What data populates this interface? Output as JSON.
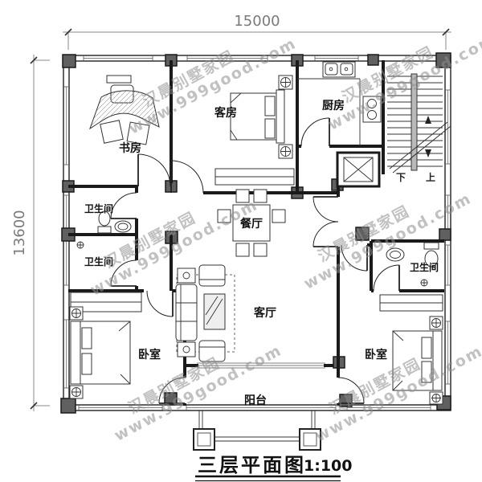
{
  "title": {
    "text": "三层平面图",
    "scale": "1:100"
  },
  "dimensions": {
    "width_mm": "15000",
    "height_mm": "13600"
  },
  "watermark": {
    "line1": "汉晨别墅家园",
    "line2": "www.999good.com"
  },
  "rooms": {
    "study": {
      "label": "书房"
    },
    "guest_room": {
      "label": "客房"
    },
    "kitchen": {
      "label": "厨房"
    },
    "bathroom_upper_left": {
      "label": "卫生间"
    },
    "bathroom_lower_left": {
      "label": "卫生间"
    },
    "bathroom_right": {
      "label": "卫生间"
    },
    "dining_room": {
      "label": "餐厅"
    },
    "living_room": {
      "label": "客厅"
    },
    "bedroom_left": {
      "label": "卧室"
    },
    "bedroom_right": {
      "label": "卧室"
    },
    "balcony": {
      "label": "阳台"
    }
  },
  "stairs": {
    "down_label": "下",
    "up_label": "上"
  },
  "colors": {
    "wall": "#1a1a1a",
    "column": "#606060",
    "watermark": "#8f8f8f",
    "dimension": "#7a7a7a"
  }
}
